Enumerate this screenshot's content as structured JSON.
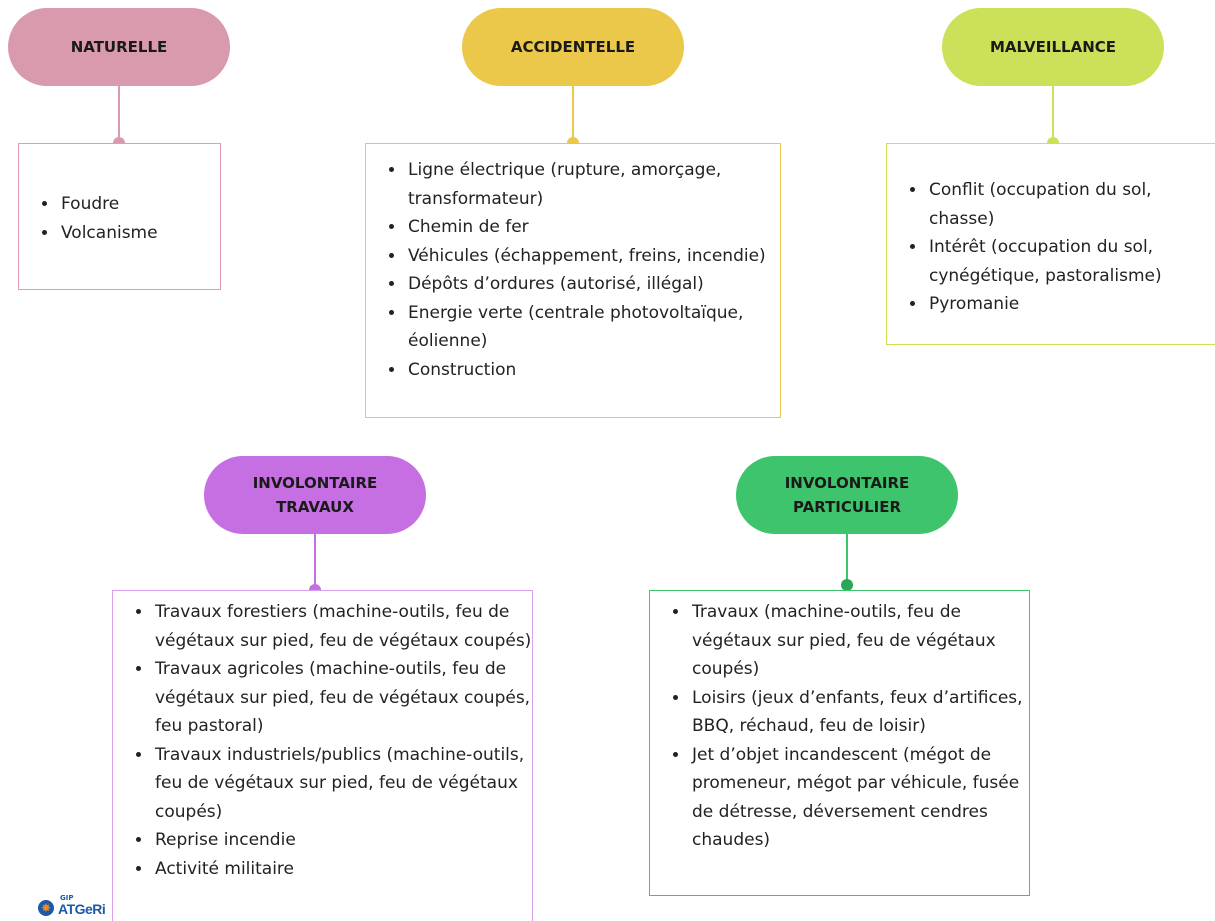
{
  "categories": [
    {
      "title_lines": [
        "NATURELLE"
      ],
      "color": "#d99aae",
      "items": [
        "Foudre",
        "Volcanisme"
      ]
    },
    {
      "title_lines": [
        "ACCIDENTELLE"
      ],
      "color": "#ebc84a",
      "items": [
        "Ligne électrique (rupture, amorçage, transformateur)",
        "Chemin de fer",
        "Véhicules (échappement, freins, incendie)",
        "Dépôts d’ordures (autorisé, illégal)",
        "Energie verte (centrale photovoltaïque, éolienne)",
        "Construction"
      ]
    },
    {
      "title_lines": [
        "MALVEILLANCE"
      ],
      "color": "#cde05a",
      "items": [
        "Conflit (occupation du sol, chasse)",
        "Intérêt (occupation du sol, cynégétique, pastoralisme)",
        "Pyromanie"
      ]
    },
    {
      "title_lines": [
        "INVOLONTAIRE",
        "TRAVAUX"
      ],
      "color": "#c56fe2",
      "items": [
        "Travaux forestiers (machine-outils, feu de végétaux sur pied, feu de végétaux coupés)",
        "Travaux agricoles (machine-outils, feu de végétaux sur pied, feu de végétaux coupés, feu pastoral)",
        "Travaux industriels/publics (machine-outils, feu de végétaux sur pied, feu de végétaux coupés)",
        "Reprise incendie",
        "Activité militaire"
      ]
    },
    {
      "title_lines": [
        "INVOLONTAIRE",
        "PARTICULIER"
      ],
      "color": "#3ec46c",
      "items": [
        "Travaux (machine-outils, feu de végétaux sur pied, feu de végétaux coupés)",
        "Loisirs (jeux d’enfants, feux d’artifices, BBQ, réchaud, feu de loisir)",
        "Jet d’objet incandescent (mégot de promeneur, mégot par véhicule, fusée de détresse, déversement cendres chaudes)"
      ]
    }
  ],
  "logo": {
    "small_text": "GIP",
    "name": "ATGeRi"
  }
}
